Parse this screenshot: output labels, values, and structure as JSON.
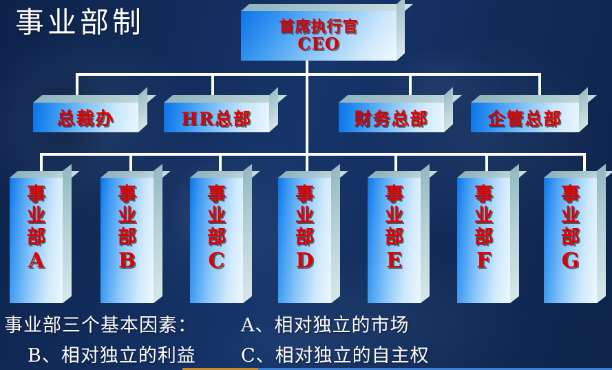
{
  "slide": {
    "title": "事业部制",
    "background_color": "#12305e",
    "box_accent_color": "#0a74e8",
    "label_color": "#e00000",
    "text_color": "#ffffff"
  },
  "chart_data": {
    "type": "diagram",
    "title": "事业部制",
    "nodes": [
      {
        "id": "ceo",
        "level": 1,
        "label_cn": "首席执行官",
        "label_en": "CEO"
      },
      {
        "id": "d1",
        "level": 2,
        "label": "总裁办"
      },
      {
        "id": "d2",
        "level": 2,
        "label": "HR总部"
      },
      {
        "id": "d3",
        "level": 2,
        "label": "财务总部"
      },
      {
        "id": "d4",
        "level": 2,
        "label": "企管总部"
      },
      {
        "id": "u1",
        "level": 3,
        "label": "事业部",
        "suffix": "A"
      },
      {
        "id": "u2",
        "level": 3,
        "label": "事业部",
        "suffix": "B"
      },
      {
        "id": "u3",
        "level": 3,
        "label": "事业部",
        "suffix": "C"
      },
      {
        "id": "u4",
        "level": 3,
        "label": "事业部",
        "suffix": "D"
      },
      {
        "id": "u5",
        "level": 3,
        "label": "事业部",
        "suffix": "E"
      },
      {
        "id": "u6",
        "level": 3,
        "label": "事业部",
        "suffix": "F"
      },
      {
        "id": "u7",
        "level": 3,
        "label": "事业部",
        "suffix": "G"
      }
    ],
    "edges": [
      [
        "ceo",
        "d1"
      ],
      [
        "ceo",
        "d2"
      ],
      [
        "ceo",
        "d3"
      ],
      [
        "ceo",
        "d4"
      ],
      [
        "ceo",
        "u1"
      ],
      [
        "ceo",
        "u2"
      ],
      [
        "ceo",
        "u3"
      ],
      [
        "ceo",
        "u4"
      ],
      [
        "ceo",
        "u5"
      ],
      [
        "ceo",
        "u6"
      ],
      [
        "ceo",
        "u7"
      ]
    ]
  },
  "ceo": {
    "line1": "首席执行官",
    "line2": "CEO"
  },
  "departments": [
    {
      "label": "总裁办"
    },
    {
      "label": "HR总部"
    },
    {
      "label": "财务总部"
    },
    {
      "label": "企管总部"
    }
  ],
  "divisions": [
    {
      "c1": "事",
      "c2": "业",
      "c3": "部",
      "letter": "A"
    },
    {
      "c1": "事",
      "c2": "业",
      "c3": "部",
      "letter": "B"
    },
    {
      "c1": "事",
      "c2": "业",
      "c3": "部",
      "letter": "C"
    },
    {
      "c1": "事",
      "c2": "业",
      "c3": "部",
      "letter": "D"
    },
    {
      "c1": "事",
      "c2": "业",
      "c3": "部",
      "letter": "E"
    },
    {
      "c1": "事",
      "c2": "业",
      "c3": "部",
      "letter": "F"
    },
    {
      "c1": "事",
      "c2": "业",
      "c3": "部",
      "letter": "G"
    }
  ],
  "footer": {
    "line1_left": "事业部三个基本因素：",
    "line1_right": "A、相对独立的市场",
    "line2_left": "B、相对独立的利益",
    "line2_right": "C、相对独立的自主权"
  }
}
